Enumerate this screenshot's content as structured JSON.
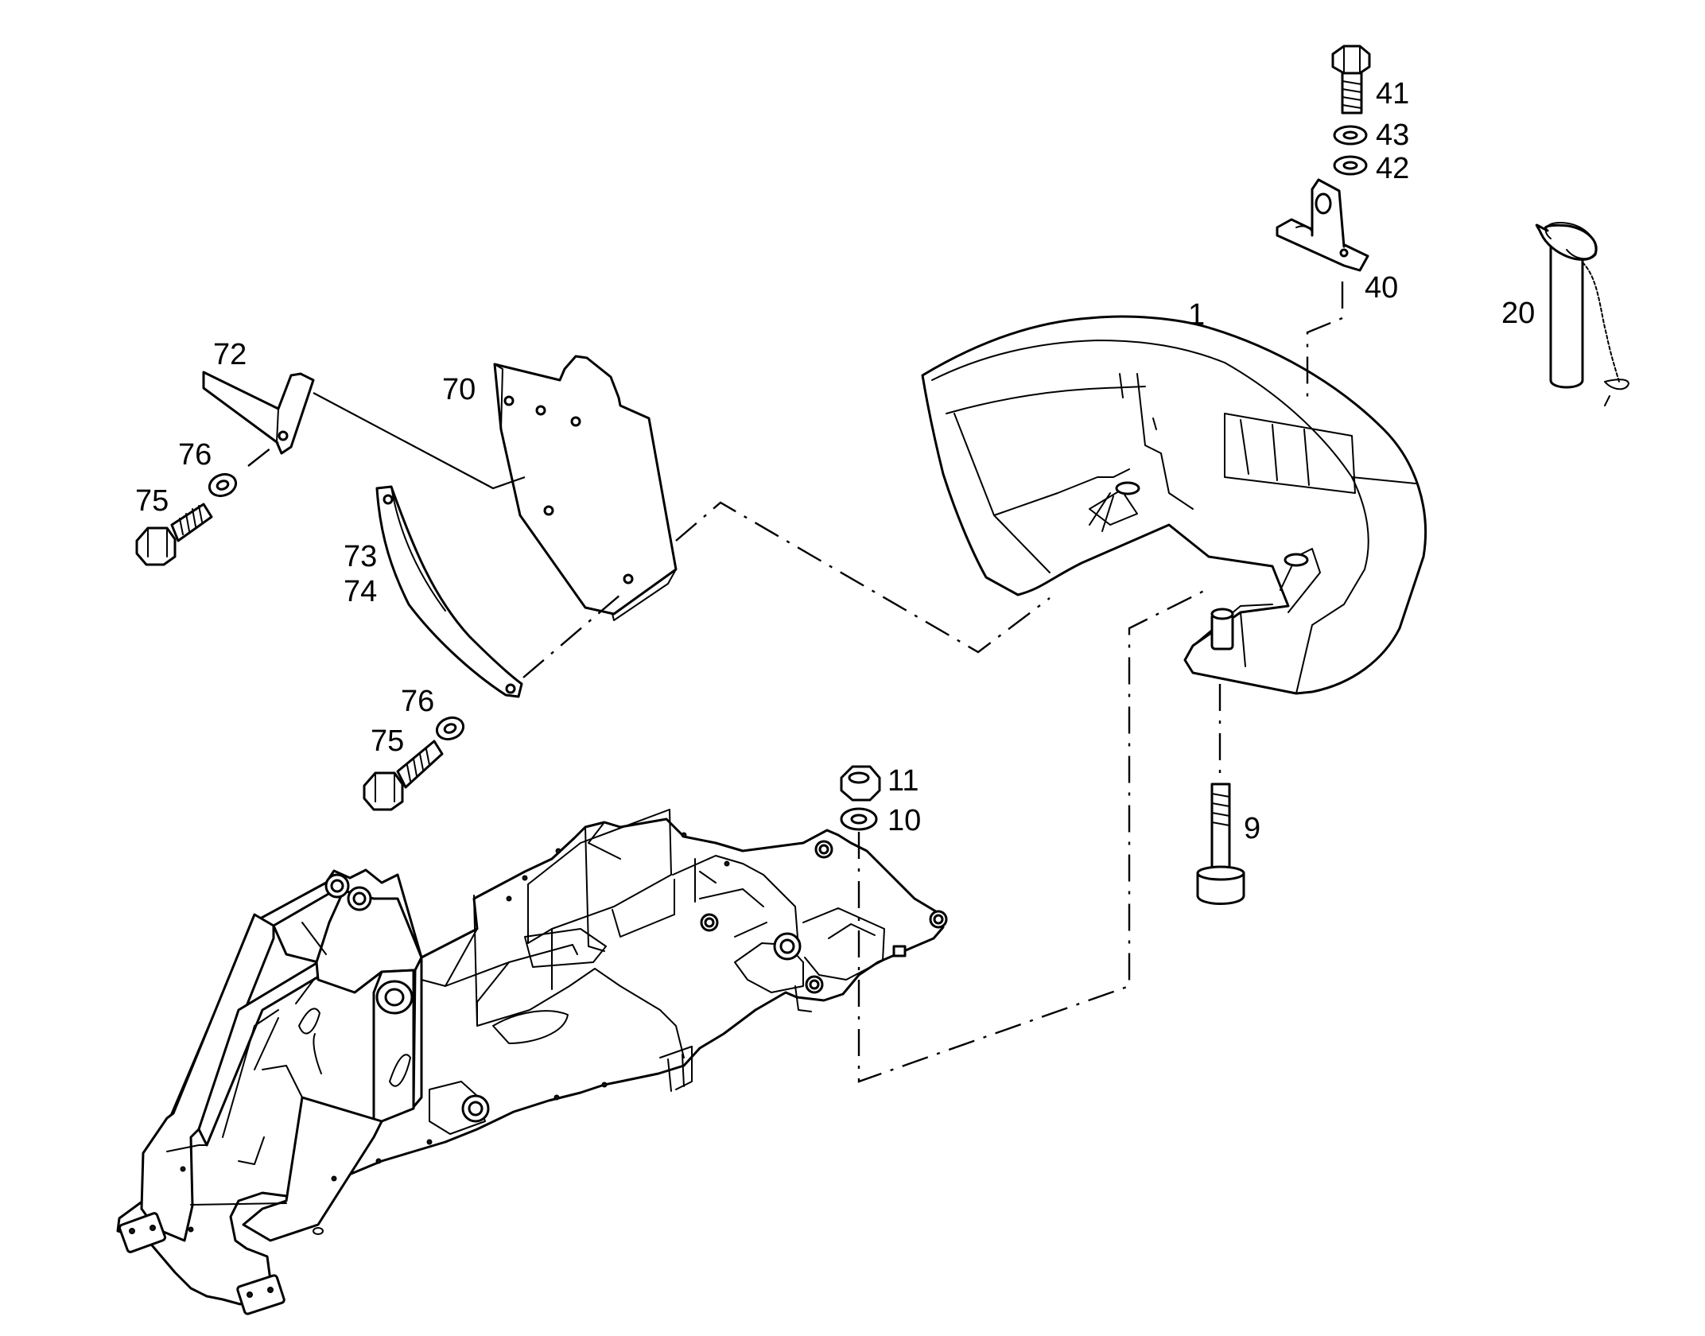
{
  "callouts": {
    "c1": "1",
    "c9": "9",
    "c10": "10",
    "c11": "11",
    "c20": "20",
    "c40": "40",
    "c41": "41",
    "c42": "42",
    "c43": "43",
    "c70": "70",
    "c72": "72",
    "c73": "73",
    "c74": "74",
    "c75a": "75",
    "c75b": "75",
    "c76a": "76",
    "c76b": "76"
  },
  "colors": {
    "ink": "#000000",
    "paper": "#ffffff"
  }
}
